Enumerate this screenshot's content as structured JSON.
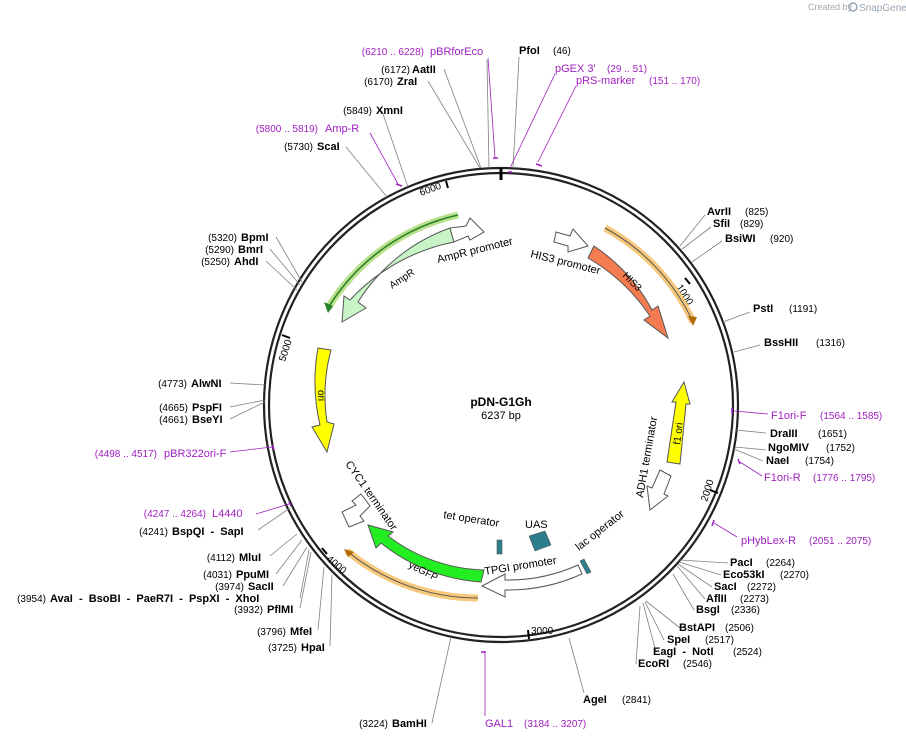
{
  "credit": {
    "prefix": "Created by",
    "brand": "SnapGene"
  },
  "plasmid": {
    "name": "pDN-G1Gh",
    "length": "6237 bp"
  },
  "ticks": [
    "1000",
    "2000",
    "3000",
    "4000",
    "5000",
    "6000"
  ],
  "features": {
    "AmpR": "AmpR",
    "AmpR_promoter": "AmpR promoter",
    "HIS3_promoter": "HIS3 promoter",
    "HIS3": "HIS3",
    "ori": "ori",
    "f1_ori": "f1 ori",
    "ADH1_terminator": "ADH1 terminator",
    "CYC1_terminator": "CYC1 terminator",
    "yeGFP": "yeGFP",
    "TPGI_promoter": "TPGI promoter",
    "tet_operator": "tet operator",
    "UAS": "UAS",
    "lac_operator": "lac operator"
  },
  "sites": [
    {
      "pos": "(6172)",
      "name": "AatII"
    },
    {
      "pos": "(6170)",
      "name": "ZraI"
    },
    {
      "pos": "(5849)",
      "name": "XmnI"
    },
    {
      "pos": "(5730)",
      "name": "ScaI"
    },
    {
      "pos": "(5320)",
      "name": "BpmI"
    },
    {
      "pos": "(5290)",
      "name": "BmrI"
    },
    {
      "pos": "(5250)",
      "name": "AhdI"
    },
    {
      "pos": "(4773)",
      "name": "AlwNI"
    },
    {
      "pos": "(4665)",
      "name": "PspFI"
    },
    {
      "pos": "(4661)",
      "name": "BseYI"
    },
    {
      "pos": "(4241)",
      "name": "BspQI  -  SapI"
    },
    {
      "pos": "(4112)",
      "name": "MluI"
    },
    {
      "pos": "(4031)",
      "name": "PpuMI"
    },
    {
      "pos": "(3974)",
      "name": "SacII"
    },
    {
      "pos": "(3954)",
      "name": "AvaI  -  BsoBI  -  PaeR7I  -  PspXI  -  XhoI"
    },
    {
      "pos": "(3932)",
      "name": "PflMI"
    },
    {
      "pos": "(3796)",
      "name": "MfeI"
    },
    {
      "pos": "(3725)",
      "name": "HpaI"
    },
    {
      "pos": "(3224)",
      "name": "BamHI"
    },
    {
      "name": "PfoI",
      "pos": "(46)"
    },
    {
      "name": "AvrII",
      "pos": "(825)"
    },
    {
      "name": "SfiI",
      "pos": "(829)"
    },
    {
      "name": "BsiWI",
      "pos": "(920)"
    },
    {
      "name": "PstI",
      "pos": "(1191)"
    },
    {
      "name": "BssHII",
      "pos": "(1316)"
    },
    {
      "name": "DraIII",
      "pos": "(1651)"
    },
    {
      "name": "NgoMIV",
      "pos": "(1752)"
    },
    {
      "name": "NaeI",
      "pos": "(1754)"
    },
    {
      "name": "PacI",
      "pos": "(2264)"
    },
    {
      "name": "Eco53kI",
      "pos": "(2270)"
    },
    {
      "name": "SacI",
      "pos": "(2272)"
    },
    {
      "name": "AflII",
      "pos": "(2273)"
    },
    {
      "name": "BsgI",
      "pos": "(2336)"
    },
    {
      "name": "BstAPI",
      "pos": "(2506)"
    },
    {
      "name": "SpeI",
      "pos": "(2517)"
    },
    {
      "name": "EagI  -  NotI",
      "pos": "(2524)"
    },
    {
      "name": "EcoRI",
      "pos": "(2546)"
    },
    {
      "name": "AgeI",
      "pos": "(2841)"
    }
  ],
  "primers": [
    {
      "range": "(6210 .. 6228)",
      "name": "pBRforEco"
    },
    {
      "name": "pGEX 3'",
      "range": "(29 .. 51)"
    },
    {
      "name": "pRS-marker",
      "range": "(151 .. 170)"
    },
    {
      "range": "(5800 .. 5819)",
      "name": "Amp-R"
    },
    {
      "range": "(4498 .. 4517)",
      "name": "pBR322ori-F"
    },
    {
      "range": "(4247 .. 4264)",
      "name": "L4440"
    },
    {
      "name": "F1ori-F",
      "range": "(1564 .. 1585)"
    },
    {
      "name": "F1ori-R",
      "range": "(1776 .. 1795)"
    },
    {
      "name": "pHybLex-R",
      "range": "(2051 .. 2075)"
    },
    {
      "name": "GAL1",
      "range": "(3184 .. 3207)"
    }
  ],
  "colors": {
    "backbone": "#222222",
    "AmpR": "#c8f5c8",
    "HIS3": "#f47c50",
    "ori": "#ffff00",
    "f1_ori": "#ffff00",
    "yeGFP": "#22ee22",
    "UAS": "#2b7f8c",
    "primer": "#a020c0",
    "highlight": "#f7c77a"
  }
}
